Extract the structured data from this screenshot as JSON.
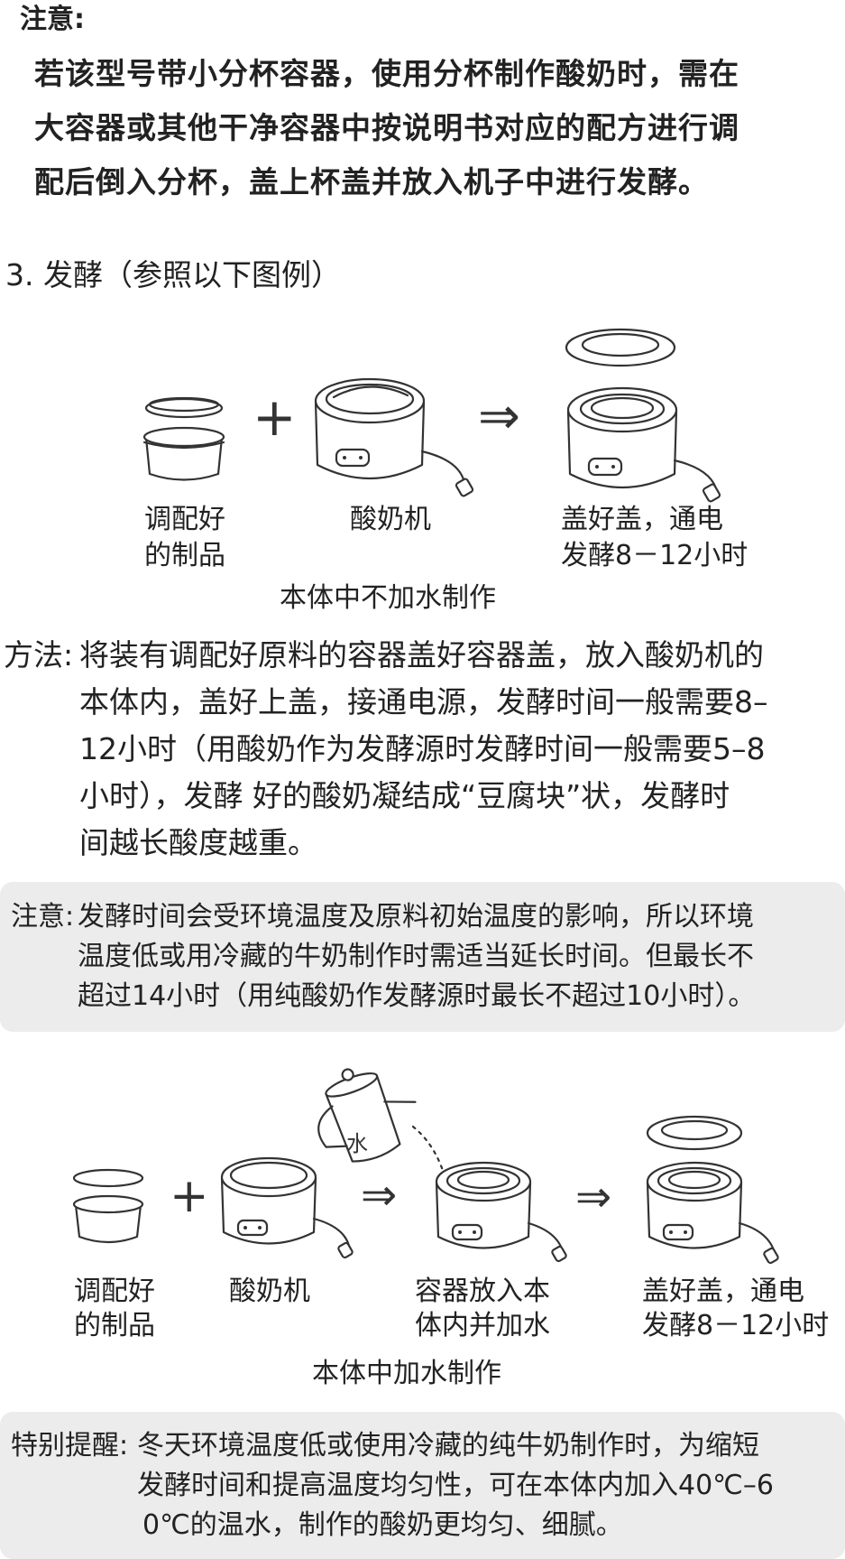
{
  "note_top": {
    "title": "注意:",
    "lines": [
      "若该型号带小分杯容器，使用分杯制作酸奶时，需在",
      "大容器或其他干净容器中按说明书对应的配方进行调",
      "配后倒入分杯，盖上杯盖并放入机子中进行发酵。"
    ]
  },
  "step": {
    "title": "3.  发酵（参照以下图例）"
  },
  "diagram1": {
    "captions": {
      "item1_line1": "调配好",
      "item1_line2": "的制品",
      "item2": "酸奶机",
      "item3_line1": "盖好盖，通电",
      "item3_line2": "发酵8－12小时"
    },
    "caption_center": "本体中不加水制作",
    "plus": "+",
    "arrow": "⇒"
  },
  "method": {
    "label": "方法:",
    "lines": [
      "将装有调配好原料的容器盖好容器盖，放入酸奶机的",
      "本体内，盖好上盖，接通电源，发酵时间一般需要8–",
      "12小时（用酸奶作为发酵源时发酵时间一般需要5–8",
      "小时），发酵 好的酸奶凝结成“豆腐块”状，发酵时",
      "间越长酸度越重。"
    ]
  },
  "note_box": {
    "label": "注意:",
    "lines": [
      "发酵时间会受环境温度及原料初始温度的影响，所以环境",
      "温度低或用冷藏的牛奶制作时需适当延长时间。但最长不",
      "超过14小时（用纯酸奶作发酵源时最长不超过10小时）。"
    ]
  },
  "diagram2": {
    "kettle_label": "水",
    "captions": {
      "item1_line1": "调配好",
      "item1_line2": "的制品",
      "item2": "酸奶机",
      "item3_line1": "容器放入本",
      "item3_line2": "体内并加水",
      "item4_line1": "盖好盖，通电",
      "item4_line2": "发酵8－12小时"
    },
    "caption_center": "本体中加水制作",
    "plus": "+",
    "arrow": "⇒"
  },
  "reminder_box": {
    "label": "特别提醒:",
    "lines": [
      "冬天环境温度低或使用冷藏的纯牛奶制作时，为缩短",
      "发酵时间和提高温度均匀性，可在本体内加入40℃–6",
      "0℃的温水，制作的酸奶更均匀、细腻。"
    ]
  }
}
